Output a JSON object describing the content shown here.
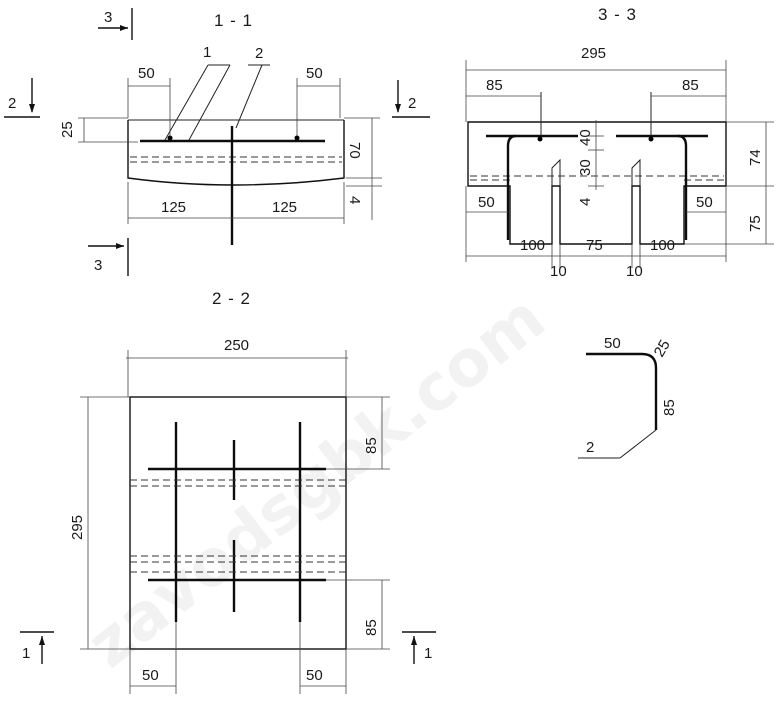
{
  "watermark": "zavodsgbk.com",
  "views": {
    "section_1_1": {
      "title": "1 - 1",
      "leaders": [
        "1",
        "2"
      ],
      "dims": {
        "left_edge": "50",
        "right_edge": "50",
        "top_cover": "25",
        "height": "70",
        "bottom": "4",
        "left_half": "125",
        "right_half": "125"
      },
      "cut_2_left": "2",
      "cut_2_right": "2",
      "cut_3_top": "3",
      "cut_3_bottom": "3"
    },
    "section_3_3": {
      "title": "3 - 3",
      "dims": {
        "total_width": "295",
        "left_edge": "85",
        "right_edge": "85",
        "d40": "40",
        "d30": "30",
        "d4": "4",
        "d74": "74",
        "d75": "75",
        "d50_left": "50",
        "d50_right": "50",
        "d100_left": "100",
        "d75_mid": "75",
        "d100_right": "100",
        "d10_left": "10",
        "d10_right": "10"
      }
    },
    "section_2_2": {
      "title": "2 - 2",
      "dims": {
        "width": "250",
        "height": "295",
        "top_offset": "85",
        "bottom_offset": "85",
        "left_offset": "50",
        "right_offset": "50"
      },
      "cut_1_left": "1",
      "cut_1_right": "1"
    },
    "bar_detail": {
      "mark": "2",
      "dims": {
        "leg_top": "50",
        "radius": "25",
        "leg_side": "85"
      }
    }
  }
}
